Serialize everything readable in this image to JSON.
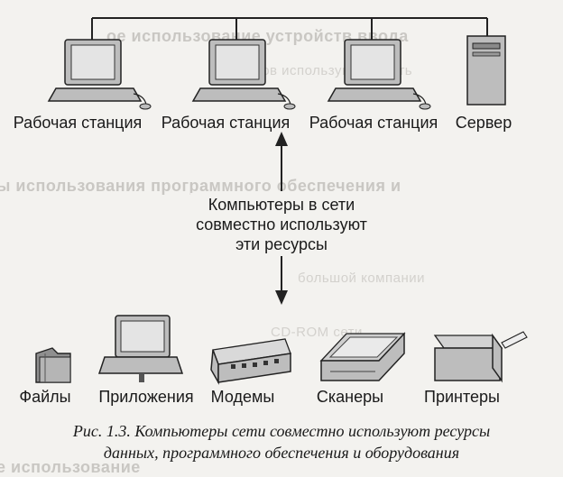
{
  "top_devices": [
    {
      "label": "Рабочая станция"
    },
    {
      "label": "Рабочая станция"
    },
    {
      "label": "Рабочая станция"
    },
    {
      "label": "Сервер"
    }
  ],
  "center_text": [
    "Компьютеры в сети",
    "совместно используют",
    "эти ресурсы"
  ],
  "resources": [
    {
      "label": "Файлы",
      "icon": "folder-icon"
    },
    {
      "label": "Приложения",
      "icon": "application-computer-icon"
    },
    {
      "label": "Модемы",
      "icon": "modem-icon"
    },
    {
      "label": "Сканеры",
      "icon": "scanner-icon"
    },
    {
      "label": "Принтеры",
      "icon": "printer-icon"
    }
  ],
  "caption": {
    "line1": "Рис. 1.3. Компьютеры сети совместно используют ресурсы",
    "line2": "данных, программного обеспечения и оборудования"
  }
}
